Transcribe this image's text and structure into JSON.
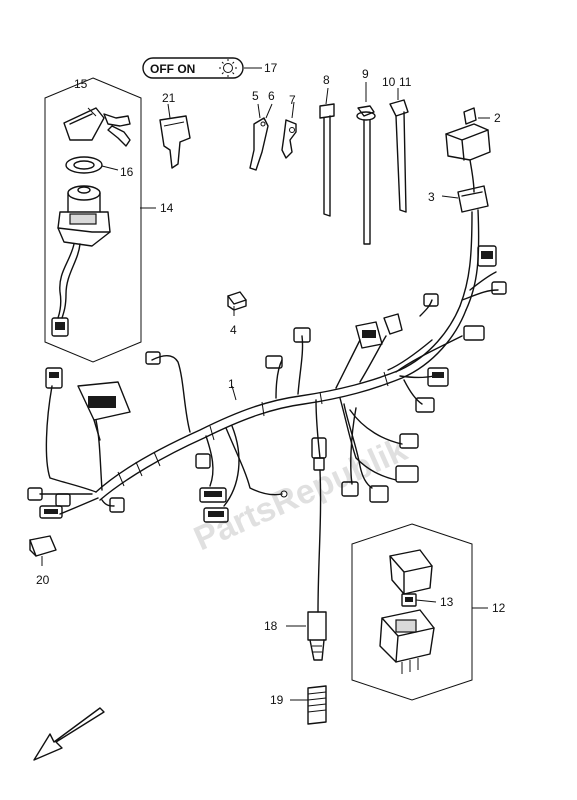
{
  "watermark": "PartsRepublik",
  "switch_label": "OFF ON",
  "callouts": {
    "c1": "1",
    "c2": "2",
    "c3": "3",
    "c4": "4",
    "c5": "5",
    "c6": "6",
    "c7": "7",
    "c8": "8",
    "c9": "9",
    "c10": "10",
    "c11": "11",
    "c12": "12",
    "c13": "13",
    "c14": "14",
    "c15": "15",
    "c16": "16",
    "c17": "17",
    "c18": "18",
    "c19": "19",
    "c20": "20",
    "c21": "21"
  }
}
